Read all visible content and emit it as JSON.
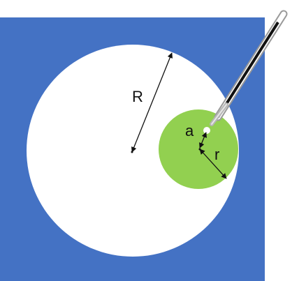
{
  "labels": {
    "big_radius": "R",
    "small_radius": "r",
    "offset": "a"
  },
  "colors": {
    "background": "#4472c4",
    "page": "#ffffff",
    "big_circle": "#ffffff",
    "small_circle": "#92d050",
    "probe_body": "#111111",
    "probe_edge": "#9a9a9a",
    "probe_tip": "#b5b5b5",
    "arrow": "#111111"
  }
}
